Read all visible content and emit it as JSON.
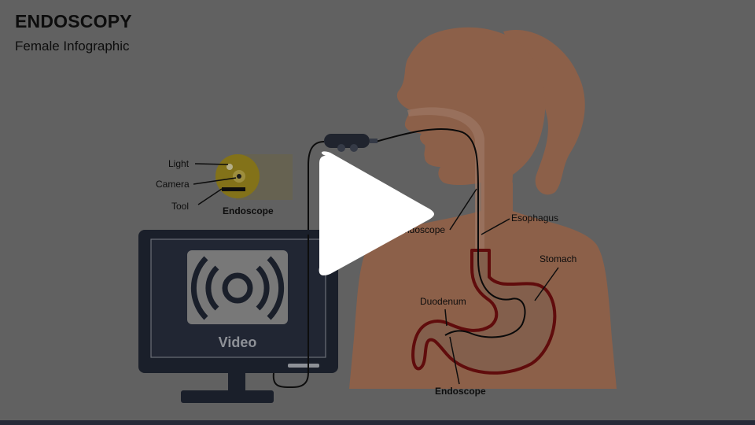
{
  "header": {
    "title": "ENDOSCOPY",
    "subtitle": "Female Infographic"
  },
  "labels": {
    "light": "Light",
    "camera": "Camera",
    "tool": "Tool",
    "endoscope_tip": "Endoscope",
    "endoscope_tube": "Endoscope",
    "esophagus": "Esophagus",
    "stomach": "Stomach",
    "duodenum": "Duodenum",
    "endoscope_bottom": "Endoscope",
    "video": "Video"
  },
  "icons": {
    "play": "play-icon",
    "video": "video-camera-icon"
  },
  "colors": {
    "background": "#7d7d7d",
    "body": "#b47b5e",
    "organ_outline": "#7b1010",
    "organ_fill": "#a87a62",
    "monitor": "#222836",
    "monitor_screen": "#2b3142",
    "video_panel": "#9a9a9a",
    "endoscope_head": "#a89320",
    "play": "#ffffff"
  }
}
